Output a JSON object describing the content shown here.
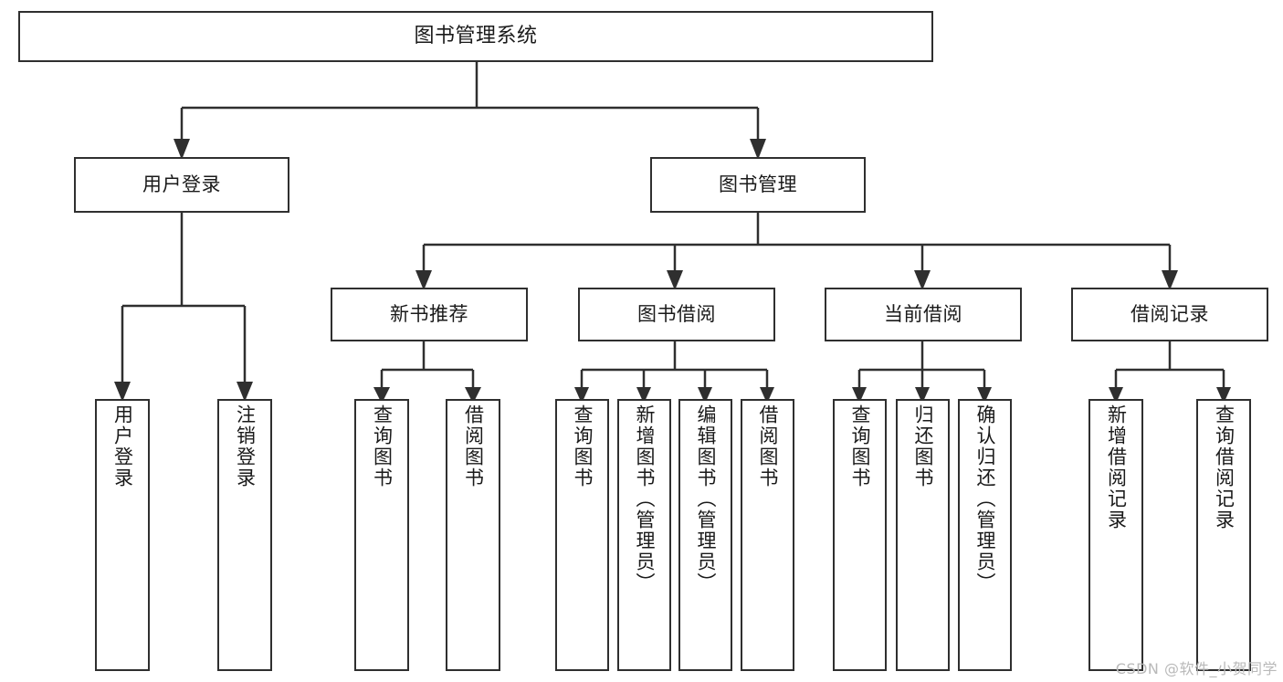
{
  "diagram": {
    "title": "图书管理系统",
    "type": "tree-hierarchy",
    "root": {
      "label": "图书管理系统"
    },
    "level1": [
      {
        "id": "user-login",
        "label": "用户登录"
      },
      {
        "id": "book-management",
        "label": "图书管理"
      }
    ],
    "level2": [
      {
        "id": "new-book-recommend",
        "label": "新书推荐",
        "parent": "book-management"
      },
      {
        "id": "book-borrow",
        "label": "图书借阅",
        "parent": "book-management"
      },
      {
        "id": "current-borrow",
        "label": "当前借阅",
        "parent": "book-management"
      },
      {
        "id": "borrow-record",
        "label": "借阅记录",
        "parent": "book-management"
      }
    ],
    "leaves": {
      "user-login": [
        {
          "id": "leaf-user-login",
          "label": "用户登录"
        },
        {
          "id": "leaf-logout-login",
          "label": "注销登录"
        }
      ],
      "new-book-recommend": [
        {
          "id": "leaf-query-book-1",
          "label": "查询图书"
        },
        {
          "id": "leaf-borrow-book-1",
          "label": "借阅图书"
        }
      ],
      "book-borrow": [
        {
          "id": "leaf-query-book-2",
          "label": "查询图书"
        },
        {
          "id": "leaf-add-book",
          "label": "新增图书（管理员）"
        },
        {
          "id": "leaf-edit-book",
          "label": "编辑图书（管理员）"
        },
        {
          "id": "leaf-borrow-book-2",
          "label": "借阅图书"
        }
      ],
      "current-borrow": [
        {
          "id": "leaf-query-book-3",
          "label": "查询图书"
        },
        {
          "id": "leaf-return-book",
          "label": "归还图书"
        },
        {
          "id": "leaf-confirm-return",
          "label": "确认归还（管理员）"
        }
      ],
      "borrow-record": [
        {
          "id": "leaf-add-record",
          "label": "新增借阅记录"
        },
        {
          "id": "leaf-query-record",
          "label": "查询借阅记录"
        }
      ]
    }
  },
  "watermark": {
    "text": "CSDN @软件_小贺同学"
  },
  "colors": {
    "stroke": "#2f2f2f",
    "background": "#ffffff",
    "text": "#1a1a1a",
    "watermark": "#b9b9b9"
  }
}
